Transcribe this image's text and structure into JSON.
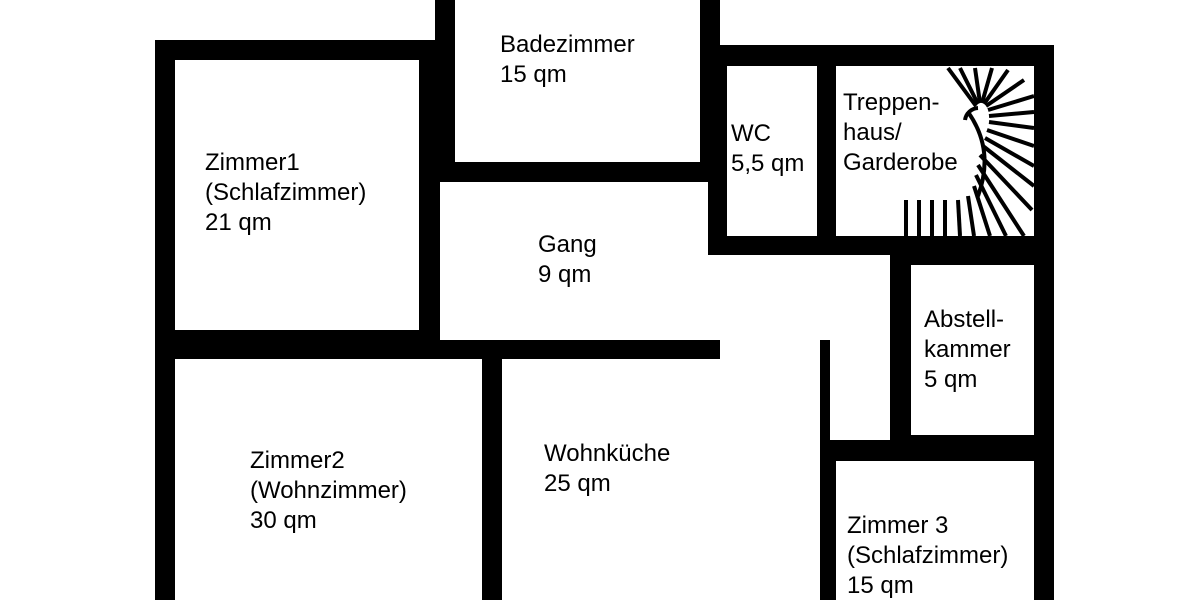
{
  "floorplan": {
    "wall_color": "#000000",
    "background_color": "#ffffff",
    "rooms": [
      {
        "id": "zimmer1",
        "lines": [
          "Zimmer1",
          "(Schlafzimmer)",
          "21 qm"
        ]
      },
      {
        "id": "badezimmer",
        "lines": [
          "Badezimmer",
          "15 qm"
        ]
      },
      {
        "id": "wc",
        "lines": [
          "WC",
          "5,5 qm"
        ]
      },
      {
        "id": "treppenhaus",
        "lines": [
          "Treppen-",
          "haus/",
          "Garderobe"
        ]
      },
      {
        "id": "gang",
        "lines": [
          "Gang",
          "9 qm"
        ]
      },
      {
        "id": "abstellkammer",
        "lines": [
          "Abstell-",
          "kammer",
          "5 qm"
        ]
      },
      {
        "id": "zimmer2",
        "lines": [
          "Zimmer2",
          "(Wohnzimmer)",
          "30 qm"
        ]
      },
      {
        "id": "wohnkueche",
        "lines": [
          "Wohnküche",
          "25 qm"
        ]
      },
      {
        "id": "zimmer3",
        "lines": [
          "Zimmer 3",
          "(Schlafzimmer)",
          "15 qm"
        ]
      }
    ]
  }
}
